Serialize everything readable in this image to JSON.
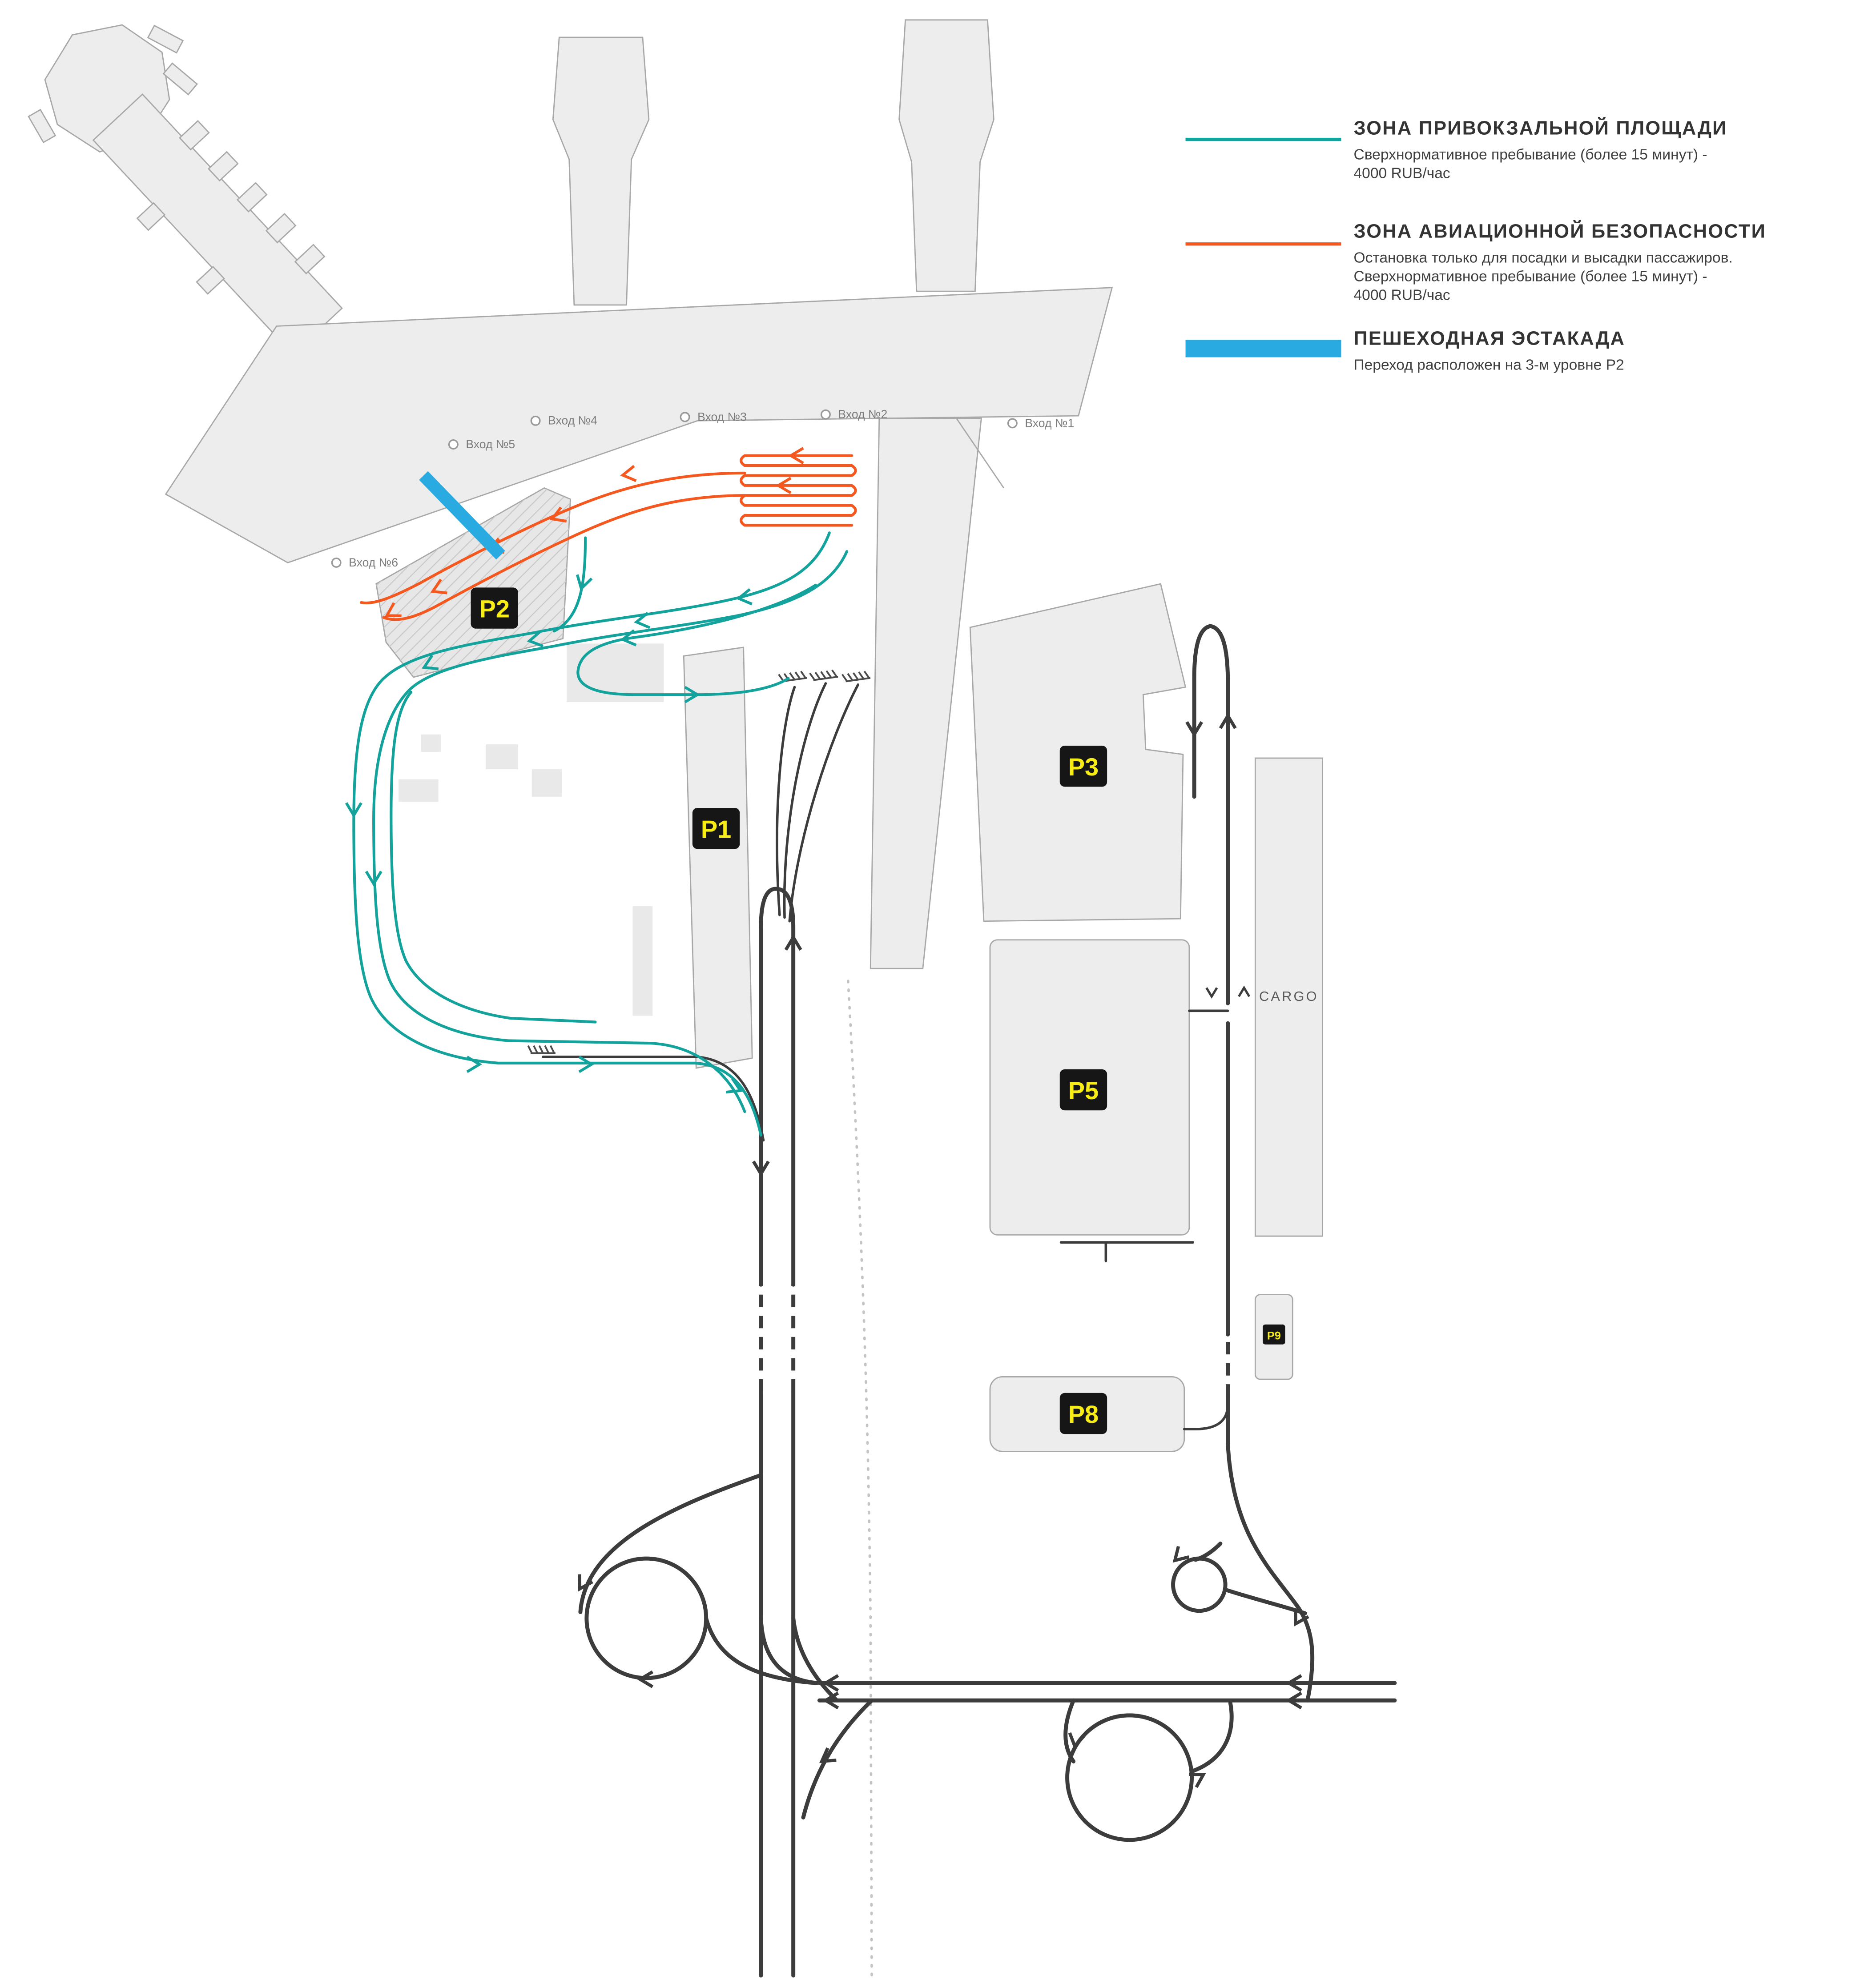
{
  "colors": {
    "forecourt_zone": "#14a39c",
    "security_zone": "#f4581f",
    "pedestrian_walkway": "#29abe2",
    "road": "#3c3c3c",
    "building_fill": "#ededed",
    "parking_badge_bg": "#161616",
    "parking_badge_text": "#f7ec13"
  },
  "legend": {
    "items": [
      {
        "id": "forecourt-zone",
        "title": "ЗОНА ПРИВОКЗАЛЬНОЙ ПЛОЩАДИ",
        "lines": [
          "Сверхнормативное пребывание (более 15 минут) -",
          "4000 RUB/час"
        ]
      },
      {
        "id": "aviation-security-zone",
        "title": "ЗОНА АВИАЦИОННОЙ БЕЗОПАСНОСТИ",
        "lines": [
          "Остановка только для посадки и высадки пассажиров.",
          "Сверхнормативное пребывание (более 15 минут) -",
          "4000 RUB/час"
        ]
      },
      {
        "id": "pedestrian-walkway",
        "title": "ПЕШЕХОДНАЯ ЭСТАКАДА",
        "lines": [
          "Переход расположен на 3-м уровне P2"
        ]
      }
    ]
  },
  "map": {
    "parkings": [
      {
        "label": "P2"
      },
      {
        "label": "P1"
      },
      {
        "label": "P3"
      },
      {
        "label": "P5"
      },
      {
        "label": "P8"
      },
      {
        "label": "P9"
      }
    ],
    "entrances": [
      {
        "label": "Вход №1"
      },
      {
        "label": "Вход №2"
      },
      {
        "label": "Вход №3"
      },
      {
        "label": "Вход №4"
      },
      {
        "label": "Вход №5"
      },
      {
        "label": "Вход №6"
      }
    ],
    "cargo_label": "CARGO"
  }
}
